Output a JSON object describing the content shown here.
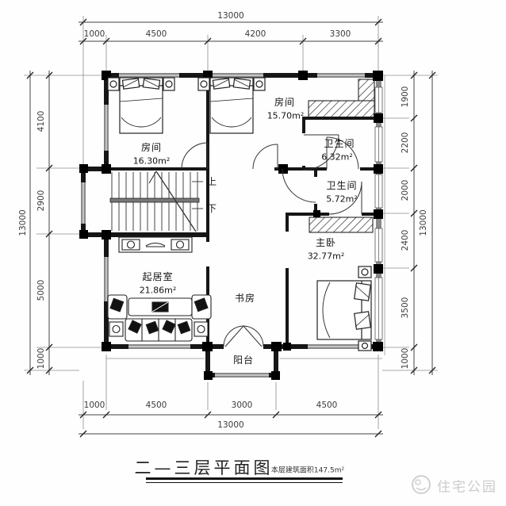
{
  "title": {
    "text": "二—三层平面图",
    "area_note": "本层建筑面积147.5m²"
  },
  "watermark": {
    "text": "住宅公园"
  },
  "stairs": {
    "up": "上",
    "down": "下"
  },
  "rooms": {
    "bedroom1": {
      "name": "房间",
      "area": "16.30m²"
    },
    "bedroom2": {
      "name": "房间",
      "area": "15.70m²"
    },
    "bath1": {
      "name": "卫生间",
      "area": "6.32m²"
    },
    "bath2": {
      "name": "卫生间",
      "area": "5.72m²"
    },
    "master": {
      "name": "主卧",
      "area": "32.77m²"
    },
    "living": {
      "name": "起居室",
      "area": "21.86m²"
    },
    "study": {
      "name": "书房"
    },
    "balcony": {
      "name": "阳台"
    }
  },
  "dims": {
    "top": {
      "total": "13000",
      "segments": [
        "1000",
        "4500",
        "4200",
        "3300"
      ]
    },
    "bottom": {
      "total": "13000",
      "segments": [
        "1000",
        "4500",
        "3000",
        "4500"
      ]
    },
    "left": {
      "total": "13000",
      "segments": [
        "4100",
        "2900",
        "5000",
        "1000"
      ]
    },
    "right": {
      "total": "13000",
      "segments": [
        "1900",
        "2200",
        "2000",
        "2400",
        "3500",
        "1000"
      ]
    }
  },
  "colors": {
    "line": "#1b1b1b",
    "window_fill": "#8a8a8a",
    "dim_text": "#3b3b3b",
    "watermark": "#c9cdc9"
  }
}
